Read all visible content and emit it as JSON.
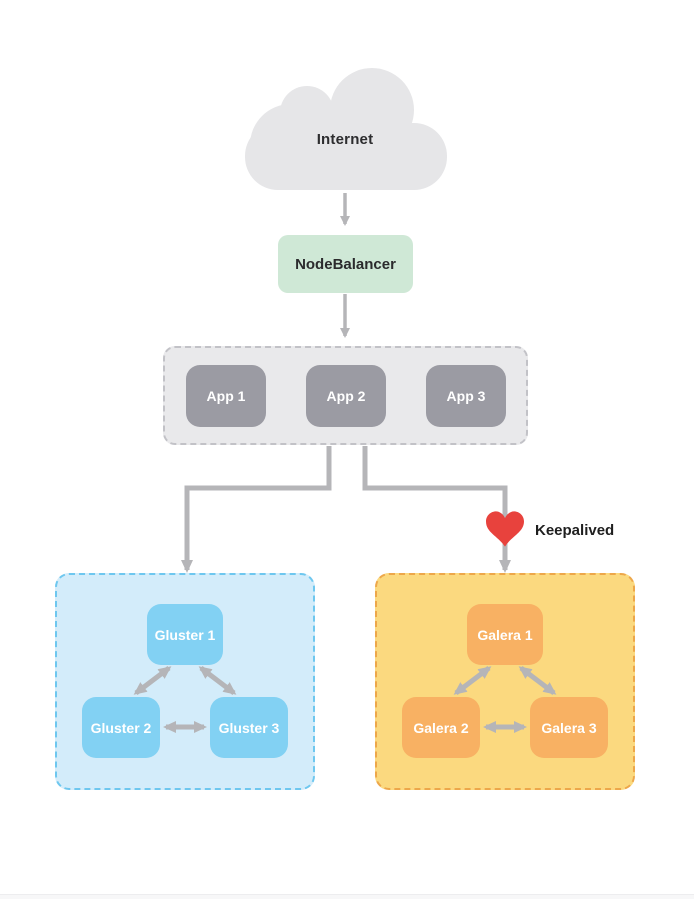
{
  "diagram": {
    "internet_label": "Internet",
    "nodebalancer_label": "NodeBalancer",
    "keepalived_label": "Keepalived",
    "app_tier": {
      "nodes": [
        "App 1",
        "App 2",
        "App 3"
      ]
    },
    "gluster_cluster": {
      "nodes": [
        "Gluster 1",
        "Gluster 2",
        "Gluster 3"
      ]
    },
    "galera_cluster": {
      "nodes": [
        "Galera 1",
        "Galera 2",
        "Galera 3"
      ]
    },
    "icons": {
      "heart": "heart-icon",
      "cloud": "cloud-icon"
    },
    "colors": {
      "cloud_fill": "#e6e6e8",
      "nodebalancer_fill": "#cfe8d6",
      "app_container_fill": "#e9e9eb",
      "app_container_border": "#c2c2c7",
      "app_node_fill": "#9b9ba3",
      "gluster_container_fill": "#d3ecfa",
      "gluster_container_border": "#6ec7ef",
      "gluster_node_fill": "#82d1f3",
      "galera_container_fill": "#fbd97f",
      "galera_container_border": "#eda74a",
      "galera_node_fill": "#f8b163",
      "heart_fill": "#e8423d",
      "arrow_stroke": "#b5b5b8",
      "node_text": "#ffffff",
      "label_text": "#2d2d2f"
    }
  }
}
